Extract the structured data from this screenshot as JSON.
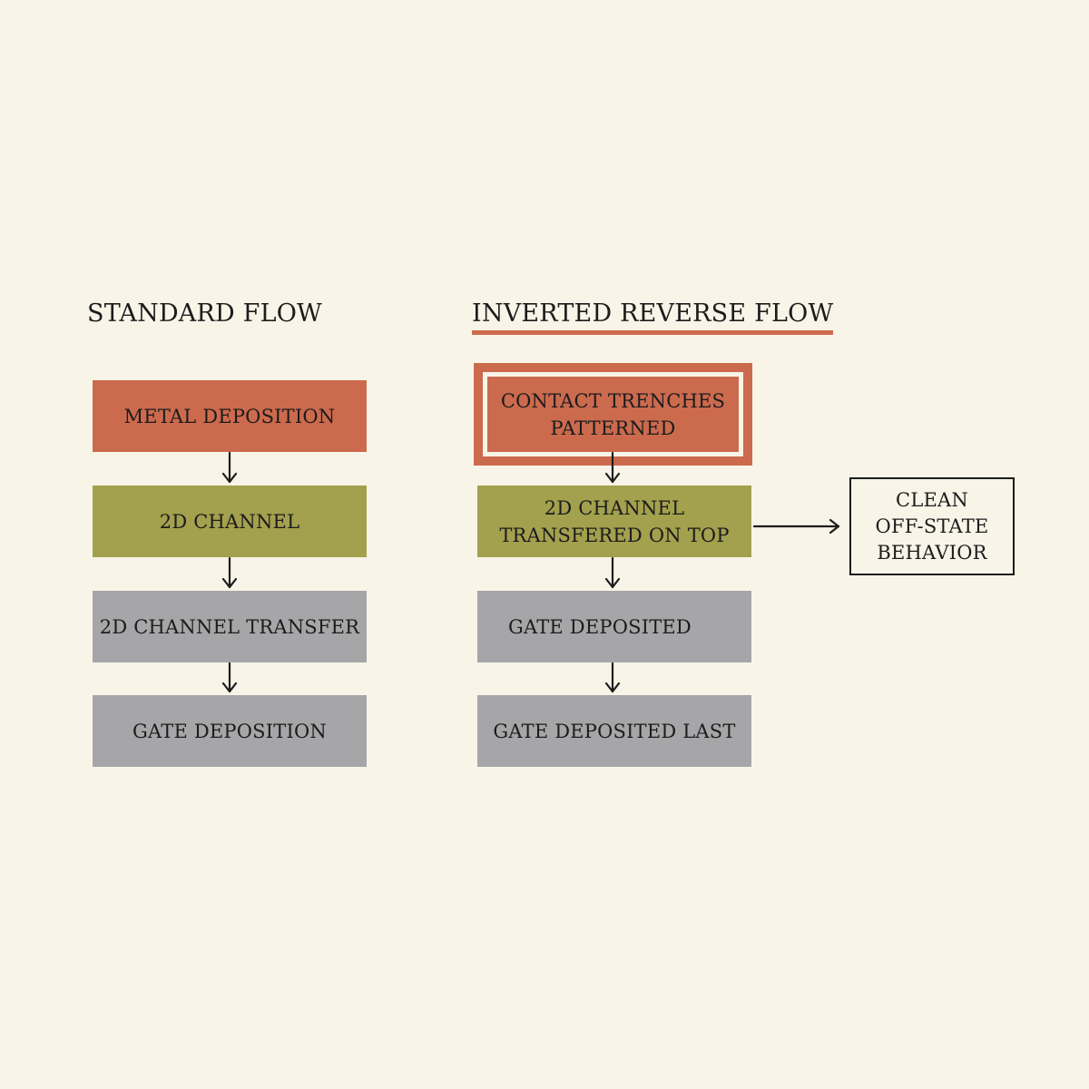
{
  "standard_flow": {
    "title": "STANDARD FLOW",
    "steps": [
      "METAL DEPOSITION",
      "2D CHANNEL",
      "2D CHANNEL TRANSFER",
      "GATE DEPOSITION"
    ]
  },
  "inverted_flow": {
    "title": "INVERTED REVERSE FLOW",
    "steps": [
      {
        "line1": "CONTACT TRENCHES",
        "line2": "PATTERNED"
      },
      {
        "line1": "2D CHANNEL",
        "line2": "TRANSFERED ON TOP"
      },
      {
        "line1": "GATE DEPOSITED"
      },
      {
        "line1": "GATE DEPOSITED LAST"
      }
    ]
  },
  "outcome": {
    "line1": "CLEAN",
    "line2": "OFF-STATE",
    "line3": "BEHAVIOR"
  },
  "colors": {
    "background": "#f8f4e7",
    "orange": "#cc6a4e",
    "olive": "#a3a04e",
    "gray": "#a6a6a8",
    "accent_underline": "#cf6b4f",
    "ink": "#1c1c1c"
  }
}
